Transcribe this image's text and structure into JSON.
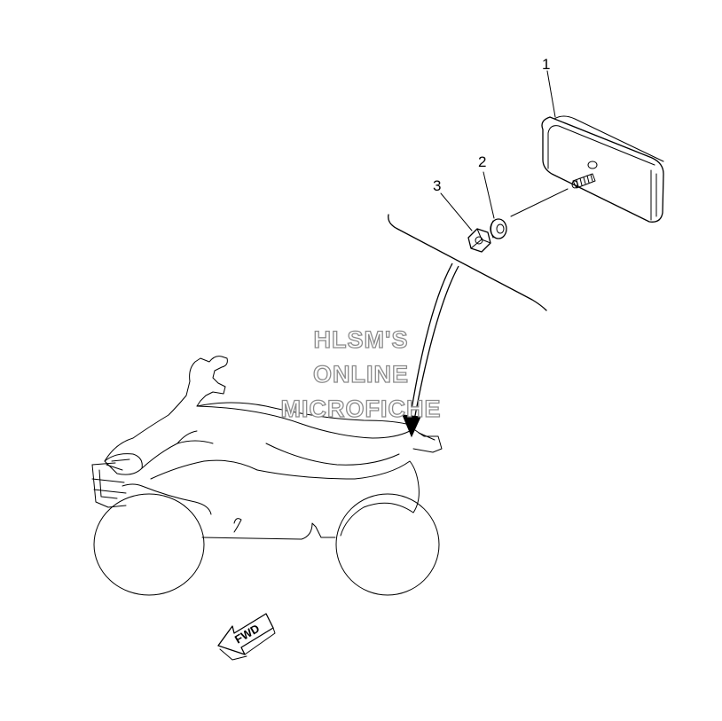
{
  "callouts": [
    {
      "number": "1"
    },
    {
      "number": "2"
    },
    {
      "number": "3"
    }
  ],
  "watermark": {
    "line1": "HLSM'S",
    "line2": "ONLINE",
    "line3": "MICROFICHE"
  },
  "direction_marker": {
    "label": "FWD"
  },
  "colors": {
    "line": "#000000",
    "background": "#ffffff",
    "watermark_outline": "#8a8a8a"
  }
}
